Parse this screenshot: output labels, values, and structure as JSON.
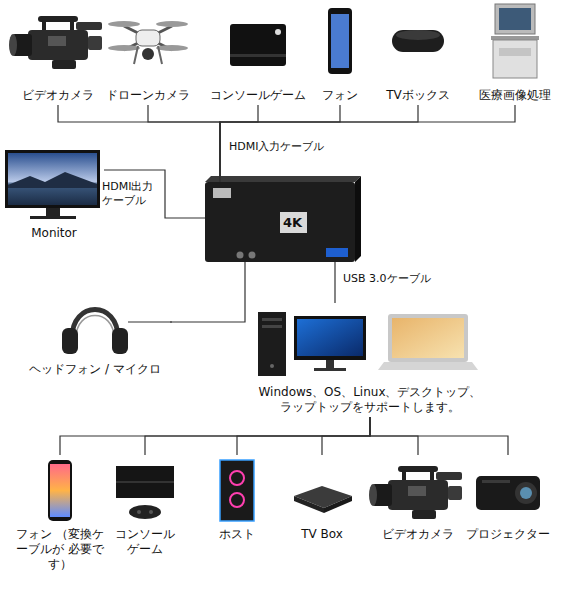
{
  "diagram": {
    "nodes": [
      {
        "text": [
          "ビデオカメラ"
        ]
      },
      {
        "text": [
          "ドローンカメラ"
        ]
      },
      {
        "text": [
          "コンソールゲーム"
        ]
      },
      {
        "text": [
          "フォン"
        ]
      },
      {
        "text": [
          "TVボックス"
        ]
      },
      {
        "text": [
          "医療画像処理"
        ]
      },
      {
        "text": [
          "Monitor"
        ]
      },
      {
        "text": [
          "4K"
        ]
      },
      {
        "text": [
          "ヘッドフォン / マイクロ"
        ]
      },
      {
        "text": [
          "Windows、OS、Linux、デスクトップ、 ラップトップをサポートします。"
        ]
      },
      {
        "text": [
          "フォン （変換ケーブルが 必要です）"
        ]
      },
      {
        "text": [
          "コンソール ゲーム"
        ]
      },
      {
        "text": [
          "ホスト"
        ]
      },
      {
        "text": [
          "TV Box"
        ]
      },
      {
        "text": [
          "ビデオカメラ"
        ]
      },
      {
        "text": [
          "プロジェクター"
        ]
      }
    ],
    "edges": [
      {
        "from": 0,
        "to": 7,
        "arrow": "none"
      },
      {
        "from": 1,
        "to": 7,
        "arrow": "none"
      },
      {
        "from": 2,
        "to": 7,
        "arrow": "none"
      },
      {
        "from": 3,
        "to": 7,
        "arrow": "none"
      },
      {
        "from": 4,
        "to": 7,
        "arrow": "none"
      },
      {
        "from": 5,
        "to": 7,
        "arrow": "none"
      },
      {
        "from": 7,
        "to": 6,
        "arrow": "none",
        "label": "HDMI出力 ケーブル"
      },
      {
        "from": 7,
        "to": 8,
        "arrow": "none"
      },
      {
        "from": 7,
        "to": 9,
        "arrow": "none",
        "label": "USB 3.0ケーブル"
      },
      {
        "from": 9,
        "to": 10,
        "arrow": "none"
      },
      {
        "from": 9,
        "to": 11,
        "arrow": "none"
      },
      {
        "from": 9,
        "to": 12,
        "arrow": "none"
      },
      {
        "from": 9,
        "to": 13,
        "arrow": "none"
      },
      {
        "from": 9,
        "to": 14,
        "arrow": "none"
      },
      {
        "from": 9,
        "to": 15,
        "arrow": "none"
      }
    ],
    "labels": [
      "HDMI入力ケーブル"
    ]
  }
}
